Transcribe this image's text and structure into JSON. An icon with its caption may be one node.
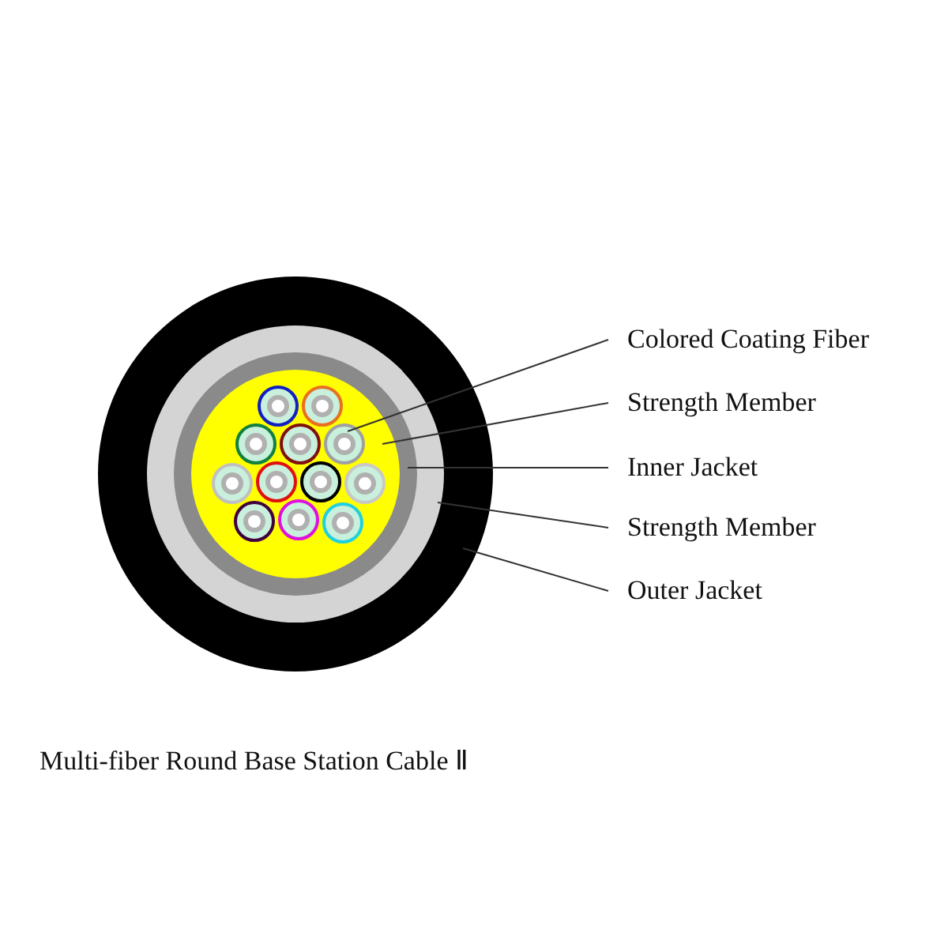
{
  "diagram": {
    "caption": "Multi-fiber Round Base Station Cable Ⅱ",
    "nodes": [
      {
        "text": [
          "Colored Coating Fiber"
        ]
      },
      {
        "text": [
          "Strength Member"
        ]
      },
      {
        "text": [
          "Inner Jacket"
        ]
      },
      {
        "text": [
          "Strength Member"
        ]
      },
      {
        "text": [
          "Outer Jacket"
        ]
      },
      {
        "text": [],
        "shape": "circle",
        "in": 6
      },
      {
        "text": [],
        "shape": "circle",
        "in": 7
      },
      {
        "text": [],
        "shape": "circle",
        "in": 8
      },
      {
        "text": [],
        "shape": "circle",
        "in": 9
      },
      {
        "text": [],
        "shape": "circle"
      }
    ],
    "edges": [
      {
        "from": 0,
        "to": 5,
        "arrow": "none"
      },
      {
        "from": 1,
        "to": 6,
        "arrow": "none"
      },
      {
        "from": 2,
        "to": 7,
        "arrow": "none"
      },
      {
        "from": 3,
        "to": 8,
        "arrow": "none"
      },
      {
        "from": 4,
        "to": 9,
        "arrow": "none"
      }
    ]
  }
}
